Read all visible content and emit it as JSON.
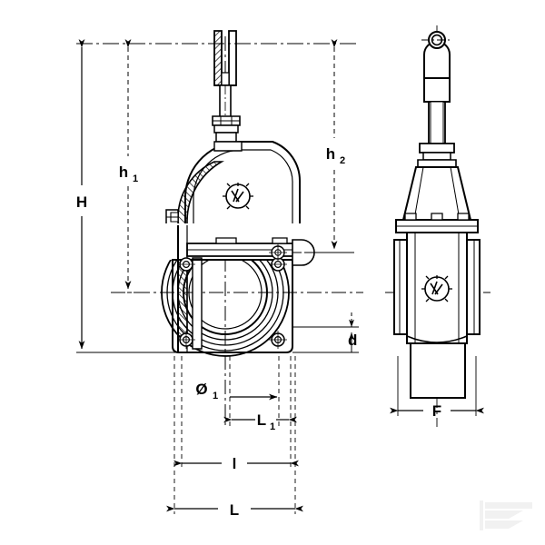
{
  "drawing": {
    "title": "Gate valve technical drawing",
    "type": "engineering-dimension-drawing",
    "views": [
      {
        "name": "front-section-view",
        "description": "Gate valve front cross-section with square flange"
      },
      {
        "name": "side-view",
        "description": "Gate valve side elevation with handle"
      }
    ],
    "line_color": "#000000",
    "background_color": "#ffffff",
    "watermark_color": "#f2f2f2"
  },
  "dimensions": {
    "H": {
      "label": "H",
      "sub": "",
      "orientation": "vertical",
      "view": "front"
    },
    "h1": {
      "label": "h",
      "sub": "1",
      "orientation": "vertical",
      "view": "front"
    },
    "h2": {
      "label": "h",
      "sub": "2",
      "orientation": "vertical",
      "view": "front"
    },
    "d": {
      "label": "d",
      "sub": "",
      "orientation": "vertical",
      "view": "front"
    },
    "O1": {
      "label": "Ø",
      "sub": "1",
      "orientation": "horizontal",
      "view": "front"
    },
    "L1": {
      "label": "L",
      "sub": "1",
      "orientation": "horizontal",
      "view": "front"
    },
    "l": {
      "label": "l",
      "sub": "",
      "orientation": "horizontal",
      "view": "front"
    },
    "L": {
      "label": "L",
      "sub": "",
      "orientation": "horizontal",
      "view": "front"
    },
    "F": {
      "label": "F",
      "sub": "",
      "orientation": "horizontal",
      "view": "side"
    }
  }
}
